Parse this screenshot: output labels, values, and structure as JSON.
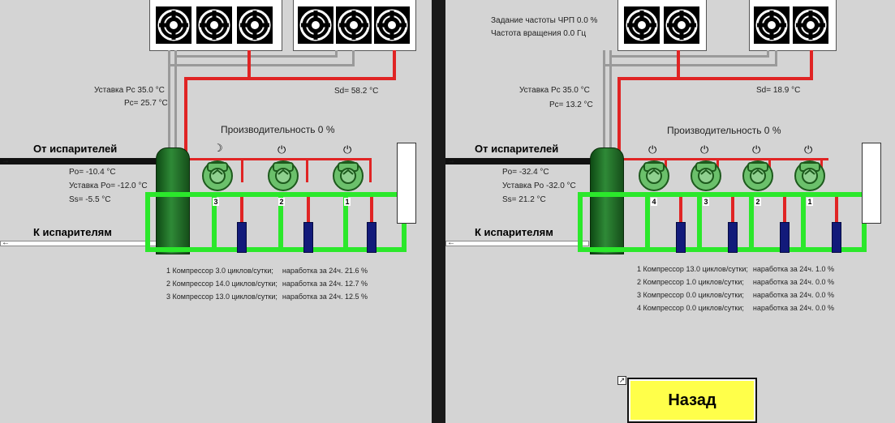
{
  "left": {
    "setpoint_pc": "Уставка Pc 35.0 °C",
    "pc": "Pc= 25.7 °C",
    "sd": "Sd= 58.2 °C",
    "performance": "Производительность 0 %",
    "from_evap": "От испарителей",
    "to_evap": "К испарителям",
    "po": "Po= -10.4 °C",
    "setpoint_po": "Уставка Po= -12.0 °C",
    "ss": "Ss= -5.5 °C",
    "compressor_numbers": [
      "3",
      "2",
      "1"
    ],
    "compressor_icons": [
      "☽",
      "⏻",
      "⏻"
    ],
    "compressors": [
      {
        "label": "1 Компрессор 3.0 циклов/сутки;",
        "runtime": "наработка за 24ч. 21.6 %"
      },
      {
        "label": "2 Компрессор 14.0 циклов/сутки;",
        "runtime": "наработка за 24ч. 12.7 %"
      },
      {
        "label": "3 Компрессор 13.0 циклов/сутки;",
        "runtime": "наработка за 24ч. 12.5 %"
      }
    ]
  },
  "right": {
    "vfd_setpoint": "Задание частоты ЧРП 0.0 %",
    "rotation_speed": "Частота вращения 0.0 Гц",
    "setpoint_pc": "Уставка Pc 35.0 °C",
    "pc": "Pc= 13.2 °C",
    "sd": "Sd= 18.9 °C",
    "performance": "Производительность 0 %",
    "from_evap": "От испарителей",
    "to_evap": "К испарителям",
    "po": "Po= -32.4 °C",
    "setpoint_po": "Уставка Po -32.0 °C",
    "ss": "Ss= 21.2 °C",
    "compressor_numbers": [
      "4",
      "3",
      "2",
      "1"
    ],
    "compressor_icons": [
      "⏻",
      "⏻",
      "⏻",
      "⏻"
    ],
    "compressors": [
      {
        "label": "1 Компрессор 13.0 циклов/сутки;",
        "runtime": "наработка за 24ч. 1.0 %"
      },
      {
        "label": "2 Компрессор 1.0 циклов/сутки;",
        "runtime": "наработка за 24ч. 0.0 %"
      },
      {
        "label": "3 Компрессор 0.0 циклов/сутки;",
        "runtime": "наработка за 24ч. 0.0 %"
      },
      {
        "label": "4 Компрессор 0.0 циклов/сутки;",
        "runtime": "наработка за 24ч. 0.0 %"
      }
    ],
    "back_button": "Назад"
  },
  "colors": {
    "pipe_hot": "#e02424",
    "pipe_gas": "#9a9a9a",
    "frame": "#2be82b",
    "button": "#ffff4a"
  }
}
